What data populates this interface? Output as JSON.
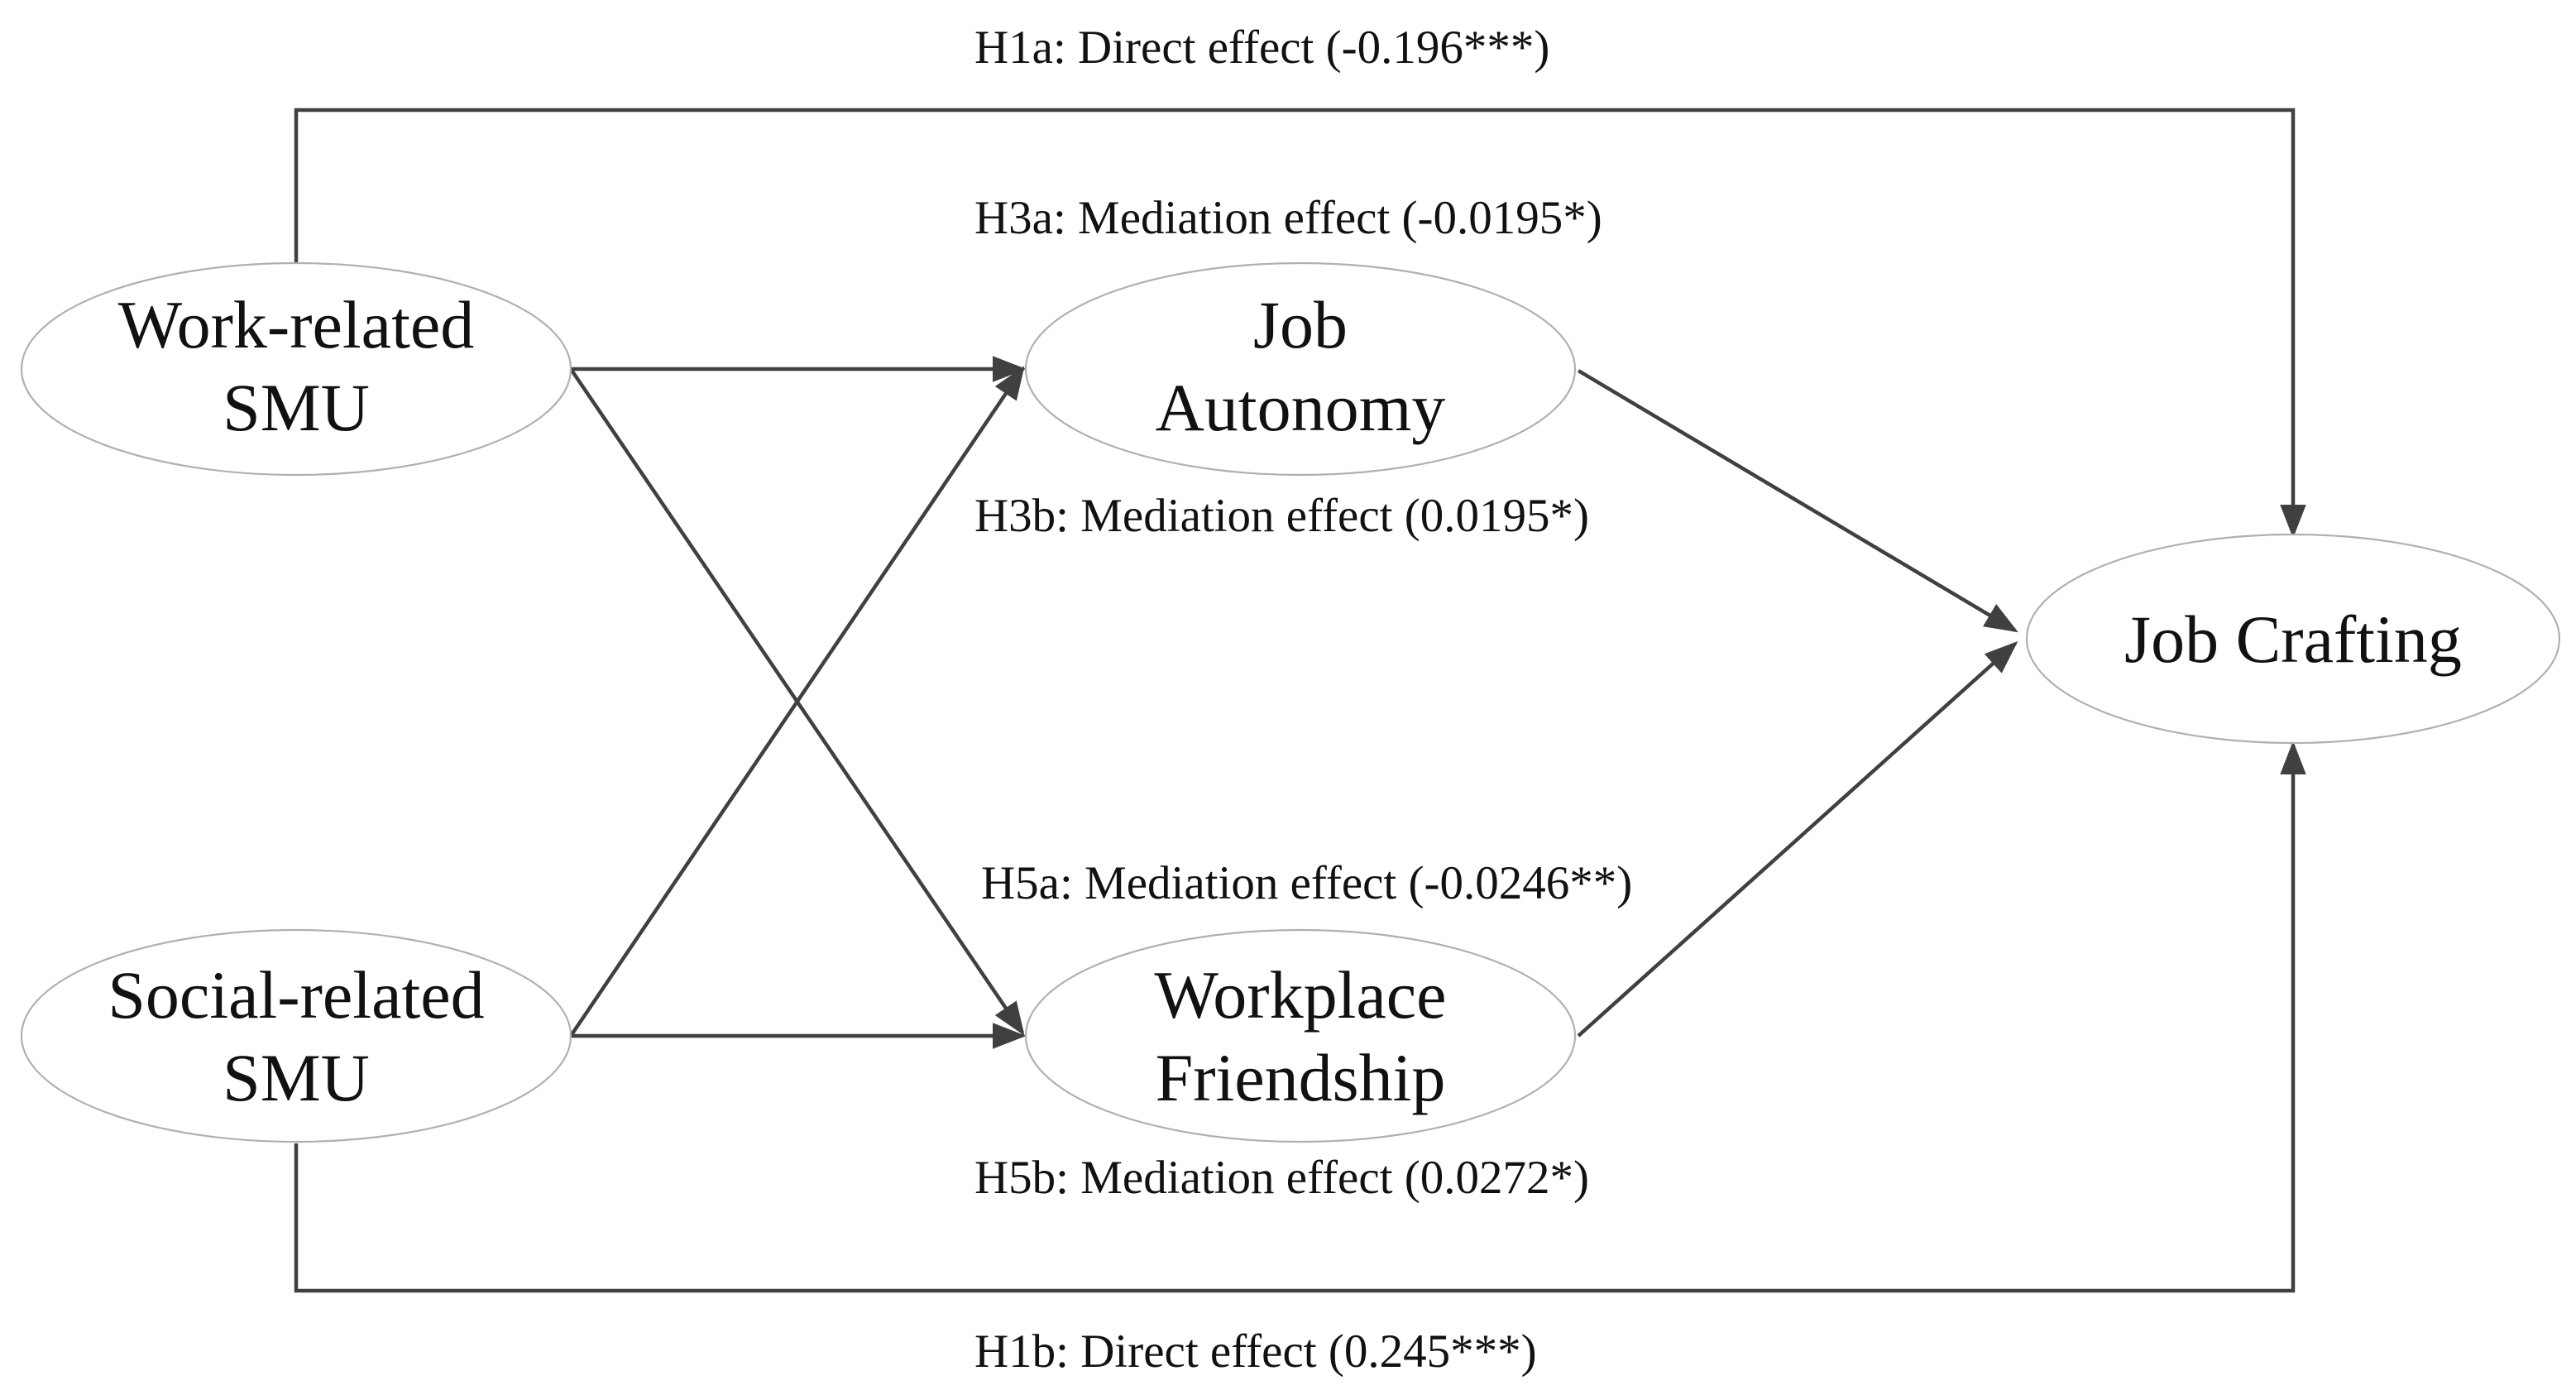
{
  "diagram": {
    "nodes": {
      "work_smu": {
        "line1": "Work-related",
        "line2": "SMU"
      },
      "social_smu": {
        "line1": "Social-related",
        "line2": "SMU"
      },
      "job_autonomy": {
        "line1": "Job",
        "line2": "Autonomy"
      },
      "workplace_friendship": {
        "line1": "Workplace",
        "line2": "Friendship"
      },
      "job_crafting": {
        "line1": "Job Crafting"
      }
    },
    "labels": {
      "h1a": "H1a: Direct effect (-0.196***)",
      "h3a": "H3a: Mediation effect (-0.0195*)",
      "h3b": "H3b: Mediation effect (0.0195*)",
      "h5a": "H5a: Mediation effect (-0.0246**)",
      "h5b": "H5b: Mediation effect (0.0272*)",
      "h1b": "H1b: Direct effect (0.245***)"
    },
    "colors": {
      "edge": "#404040",
      "node_border": "#b0b0b0",
      "text": "#111111"
    }
  }
}
